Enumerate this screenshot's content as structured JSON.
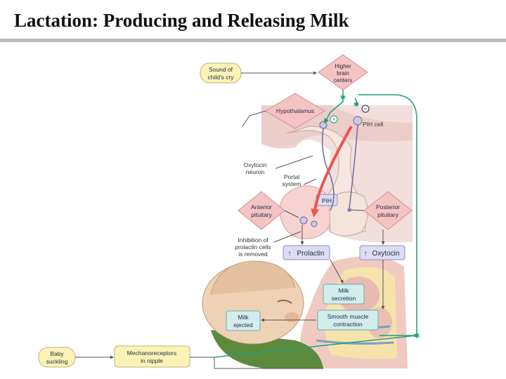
{
  "slide": {
    "title": "Lactation: Producing and Releasing Milk"
  },
  "diagram": {
    "sound_of_childs_cry": [
      "Sound of",
      "child's cry"
    ],
    "higher_brain_centers": [
      "Higher",
      "brain",
      "centers"
    ],
    "hypothalamus": "Hypothalamus",
    "minus_sign": "−",
    "plus_sign": "+",
    "pih_cell": "PIH cell",
    "oxytocin_neuron": [
      "Oxytocin",
      "neuron"
    ],
    "portal_system": [
      "Portal",
      "system"
    ],
    "pih_box": "PIH",
    "anterior_pituitary": [
      "Anterior",
      "pituitary"
    ],
    "posterior_pituitary": [
      "Posterior",
      "pituitary"
    ],
    "inhibition_note": [
      "Inhibition of",
      "prolactin cells",
      "is removed"
    ],
    "prolactin_box": "Prolactin",
    "oxytocin_box": "Oxytocin",
    "milk_secretion": [
      "Milk",
      "secretion"
    ],
    "milk_ejected": [
      "Milk",
      "ejected"
    ],
    "smooth_muscle": [
      "Smooth muscle",
      "contraction"
    ],
    "baby_suckling": [
      "Baby",
      "suckling"
    ],
    "mechanoreceptors": [
      "Mechanoreceptors",
      "in nipple"
    ],
    "up_arrow": "↑",
    "colors": {
      "yellow_box": "#fbf3b5",
      "pink_diamond": "#f6c3c3",
      "purple_box": "#dcdcf2",
      "teal_box": "#d3ecec",
      "green_path": "#1f9e7c",
      "red_arrow": "#e8574d",
      "gray_line": "#555555",
      "tissue": "#f1dede",
      "skin": "#efd2b6",
      "green_cloth": "#5c8a3c"
    }
  }
}
